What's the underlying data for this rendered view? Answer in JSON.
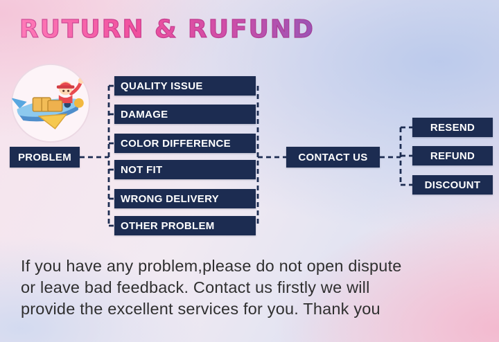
{
  "title": "RUTURN & RUFUND",
  "flow": {
    "problem": "PROBLEM",
    "issues": [
      "QUALITY ISSUE",
      "DAMAGE",
      "COLOR DIFFERENCE",
      "NOT FIT",
      "WRONG DELIVERY",
      "OTHER PROBLEM"
    ],
    "contact": "CONTACT US",
    "outcomes": [
      "RESEND",
      "REFUND",
      "DISCOUNT"
    ]
  },
  "illustration": "cartoon-delivery-person-waving-on-airplane-with-parcels",
  "footer": {
    "lines": [
      "If you have any problem,please do not open dispute",
      "or leave bad feedback. Contact us firstly we will",
      "provide the excellent services for you. Thank you"
    ]
  },
  "colors": {
    "box_navy": "#1c2c51",
    "title_pink": "#f0509e",
    "title_purple": "#9a55b6",
    "background_pink": "#f4c4d8",
    "background_blue": "#bac9eb"
  }
}
